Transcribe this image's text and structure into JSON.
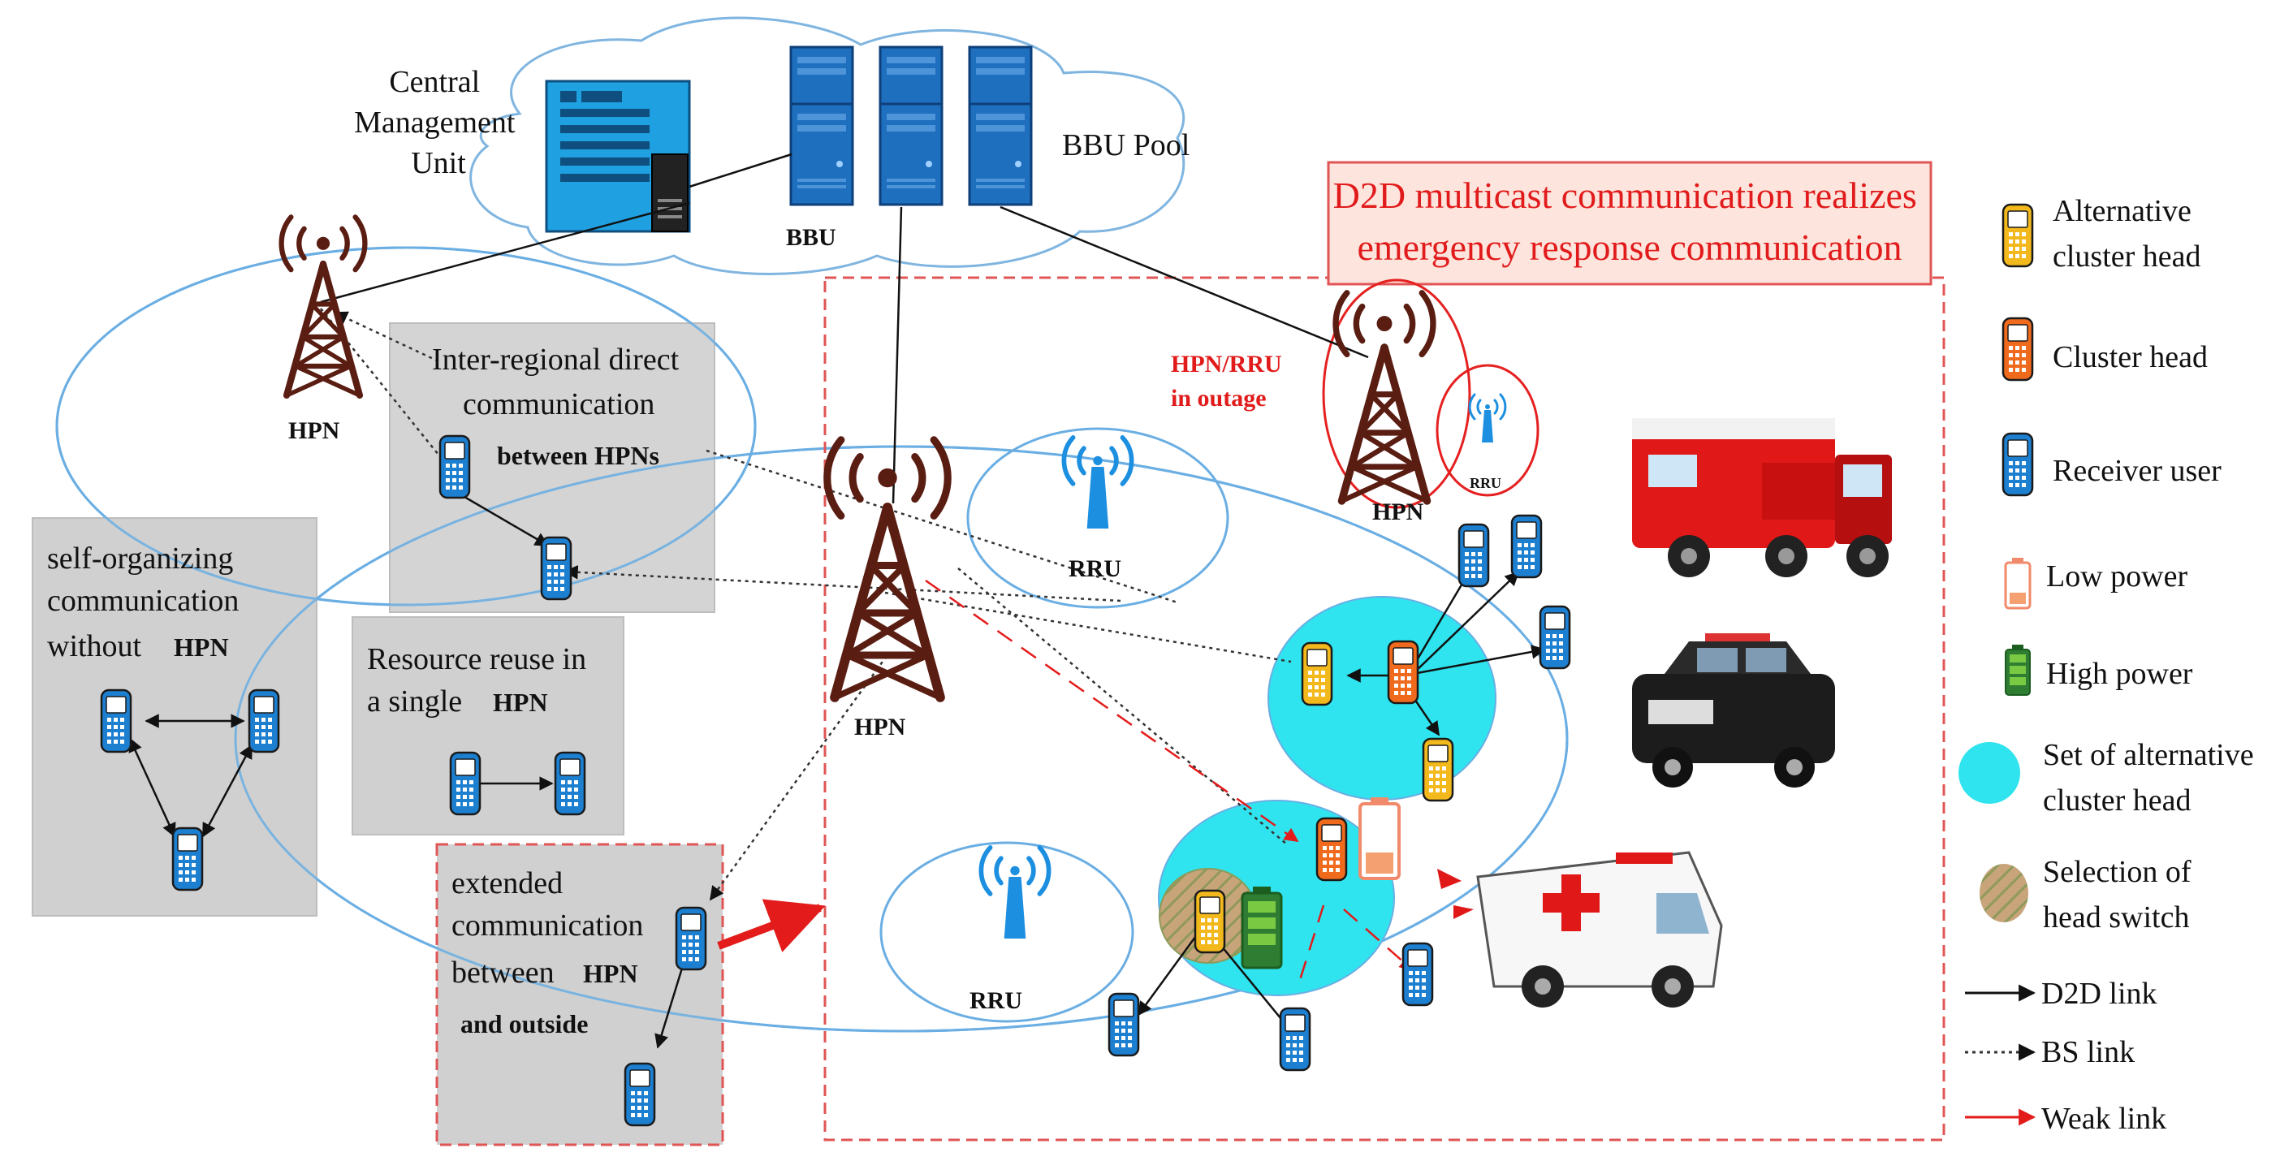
{
  "cmu_label": [
    "Central",
    "Management",
    "Unit"
  ],
  "bbu_pool_label": "BBU Pool",
  "bbu_label": "BBU",
  "hpn_label": "HPN",
  "rru_label": "RRU",
  "outage_label": [
    "HPN/RRU",
    "in outage"
  ],
  "d2d_title": [
    "D2D multicast communication realizes",
    "emergency response communication"
  ],
  "boxes": {
    "inter_regional": [
      "Inter-regional direct",
      "communication",
      "between HPNs"
    ],
    "self_organizing": [
      "self-organizing",
      "communication",
      "without",
      "HPN"
    ],
    "resource_reuse": [
      "Resource reuse in",
      "a single",
      "HPN"
    ],
    "extended": [
      "extended",
      "communication",
      "between",
      "HPN",
      "and outside"
    ]
  },
  "legend": [
    {
      "label": [
        "Alternative",
        "cluster head"
      ],
      "icon": "phone-yellow-icon"
    },
    {
      "label": [
        "Cluster head"
      ],
      "icon": "phone-orange-icon"
    },
    {
      "label": [
        "Receiver user"
      ],
      "icon": "phone-blue-icon"
    },
    {
      "label": [
        "Low power"
      ],
      "icon": "battery-low-icon"
    },
    {
      "label": [
        "High power"
      ],
      "icon": "battery-high-icon"
    },
    {
      "label": [
        "Set of alternative",
        "cluster head"
      ],
      "icon": "cyan-ellipse-icon"
    },
    {
      "label": [
        "Selection of",
        "head switch"
      ],
      "icon": "hatched-ellipse-icon"
    },
    {
      "label": [
        "D2D link"
      ],
      "icon": "solid-arrow-icon"
    },
    {
      "label": [
        "BS link"
      ],
      "icon": "dotted-arrow-icon"
    },
    {
      "label": [
        "Weak link"
      ],
      "icon": "red-arrow-icon"
    }
  ],
  "colors": {
    "phone_blue": "#1d7fd0",
    "phone_yellow": "#f2b81c",
    "phone_orange": "#ef6a1c",
    "cluster_set": "#2fe4ee",
    "tower": "#5a1d12",
    "rru_icon": "#1d8fe0",
    "coverage": "#6aaee3",
    "gray_box": "#d0d0d0",
    "outage_red": "#e52020",
    "title_bg": "#fde4dc"
  }
}
